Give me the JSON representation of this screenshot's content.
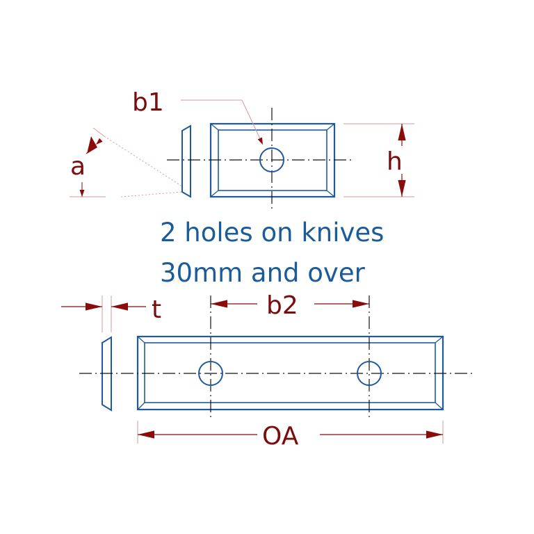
{
  "colors": {
    "outline": "#1f5aa0",
    "dimension_text": "#7b0c0c",
    "arrow": "#8b0a0a",
    "extension_line": "#d49a9a",
    "centerline": "#111111",
    "note_text": "#1a5b99",
    "background": "#ffffff"
  },
  "labels": {
    "b1": "b1",
    "a": "a",
    "h": "h",
    "t": "t",
    "b2": "b2",
    "oa": "OA"
  },
  "note": {
    "line1": "2 holes on knives",
    "line2": "30mm and over"
  }
}
